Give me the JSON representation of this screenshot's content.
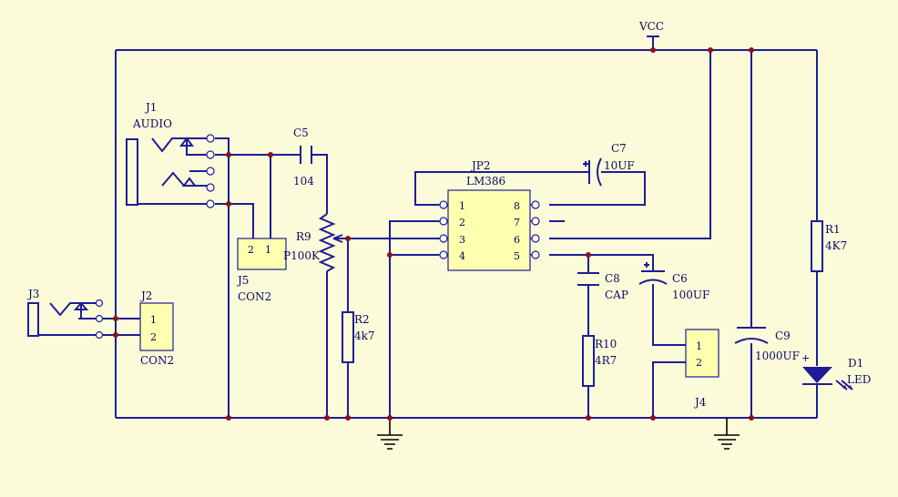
{
  "power": {
    "vcc": "VCC"
  },
  "parts": {
    "J1": {
      "ref": "J1",
      "value": "AUDIO"
    },
    "J2": {
      "ref": "J2",
      "value": "CON2",
      "pin1": "1",
      "pin2": "2"
    },
    "J3": {
      "ref": "J3"
    },
    "J4": {
      "ref": "J4",
      "pin1": "1",
      "pin2": "2"
    },
    "J5": {
      "ref": "J5",
      "value": "CON2",
      "pin1": "1",
      "pin2": "2"
    },
    "C5": {
      "ref": "C5",
      "value": "104"
    },
    "C6": {
      "ref": "C6",
      "value": "100UF"
    },
    "C7": {
      "ref": "C7",
      "value": "10UF"
    },
    "C8": {
      "ref": "C8",
      "value": "CAP"
    },
    "C9": {
      "ref": "C9",
      "value": "1000UF"
    },
    "R1": {
      "ref": "R1",
      "value": "4K7"
    },
    "R2": {
      "ref": "R2",
      "value": "4k7"
    },
    "R9": {
      "ref": "R9",
      "value": "P100K"
    },
    "R10": {
      "ref": "R10",
      "value": "4R7"
    },
    "D1": {
      "ref": "D1",
      "value": "LED"
    },
    "JP2": {
      "ref": "JP2",
      "value": "LM386",
      "pins_left": [
        "1",
        "2",
        "3",
        "4"
      ],
      "pins_right": [
        "8",
        "7",
        "6",
        "5"
      ]
    }
  },
  "colors": {
    "background": "#fbfbd9",
    "wire": "#1d1d99",
    "junction": "#8b1414",
    "component_fill": "#ffffb0",
    "text": "#0a0a66"
  }
}
